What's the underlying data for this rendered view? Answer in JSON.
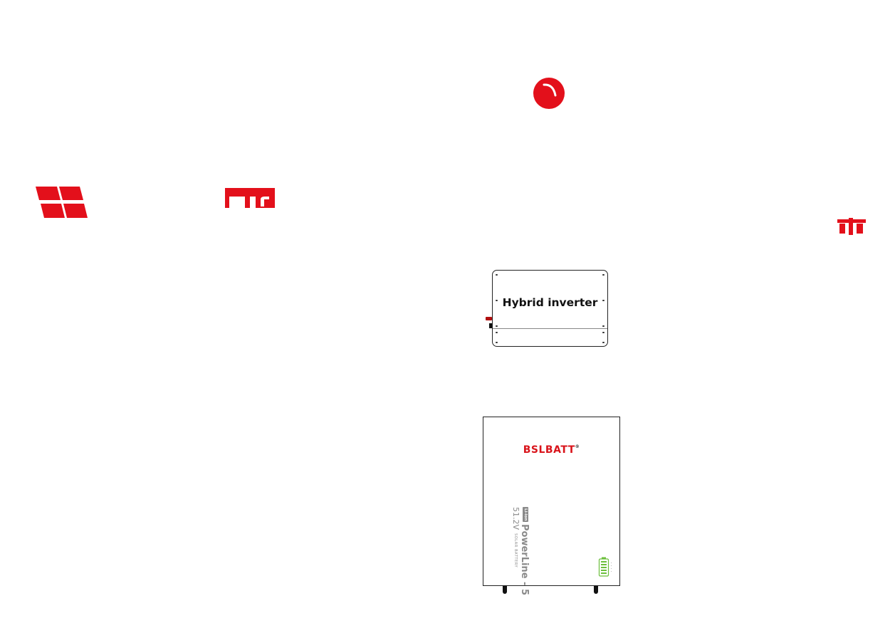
{
  "inverter": {
    "label": "Hybrid inverter"
  },
  "battery": {
    "brand": "BSLBATT",
    "brand_mark": "®",
    "chemistry_badge": "Li-ion",
    "model": "PowerLine - 5",
    "voltage": "51.2V",
    "subtitle": "SOLAR BATTERY"
  },
  "icons": {
    "solar": "solar-panel-icon",
    "status": "status-ball-icon",
    "grid": "grid-tower-icon",
    "battery_level": "battery-level-icon"
  },
  "colors": {
    "accent_red": "#e3101b",
    "outline": "#222222",
    "battery_text_gray": "#8a8a8a",
    "battery_level_green": "#6cbf3c"
  }
}
